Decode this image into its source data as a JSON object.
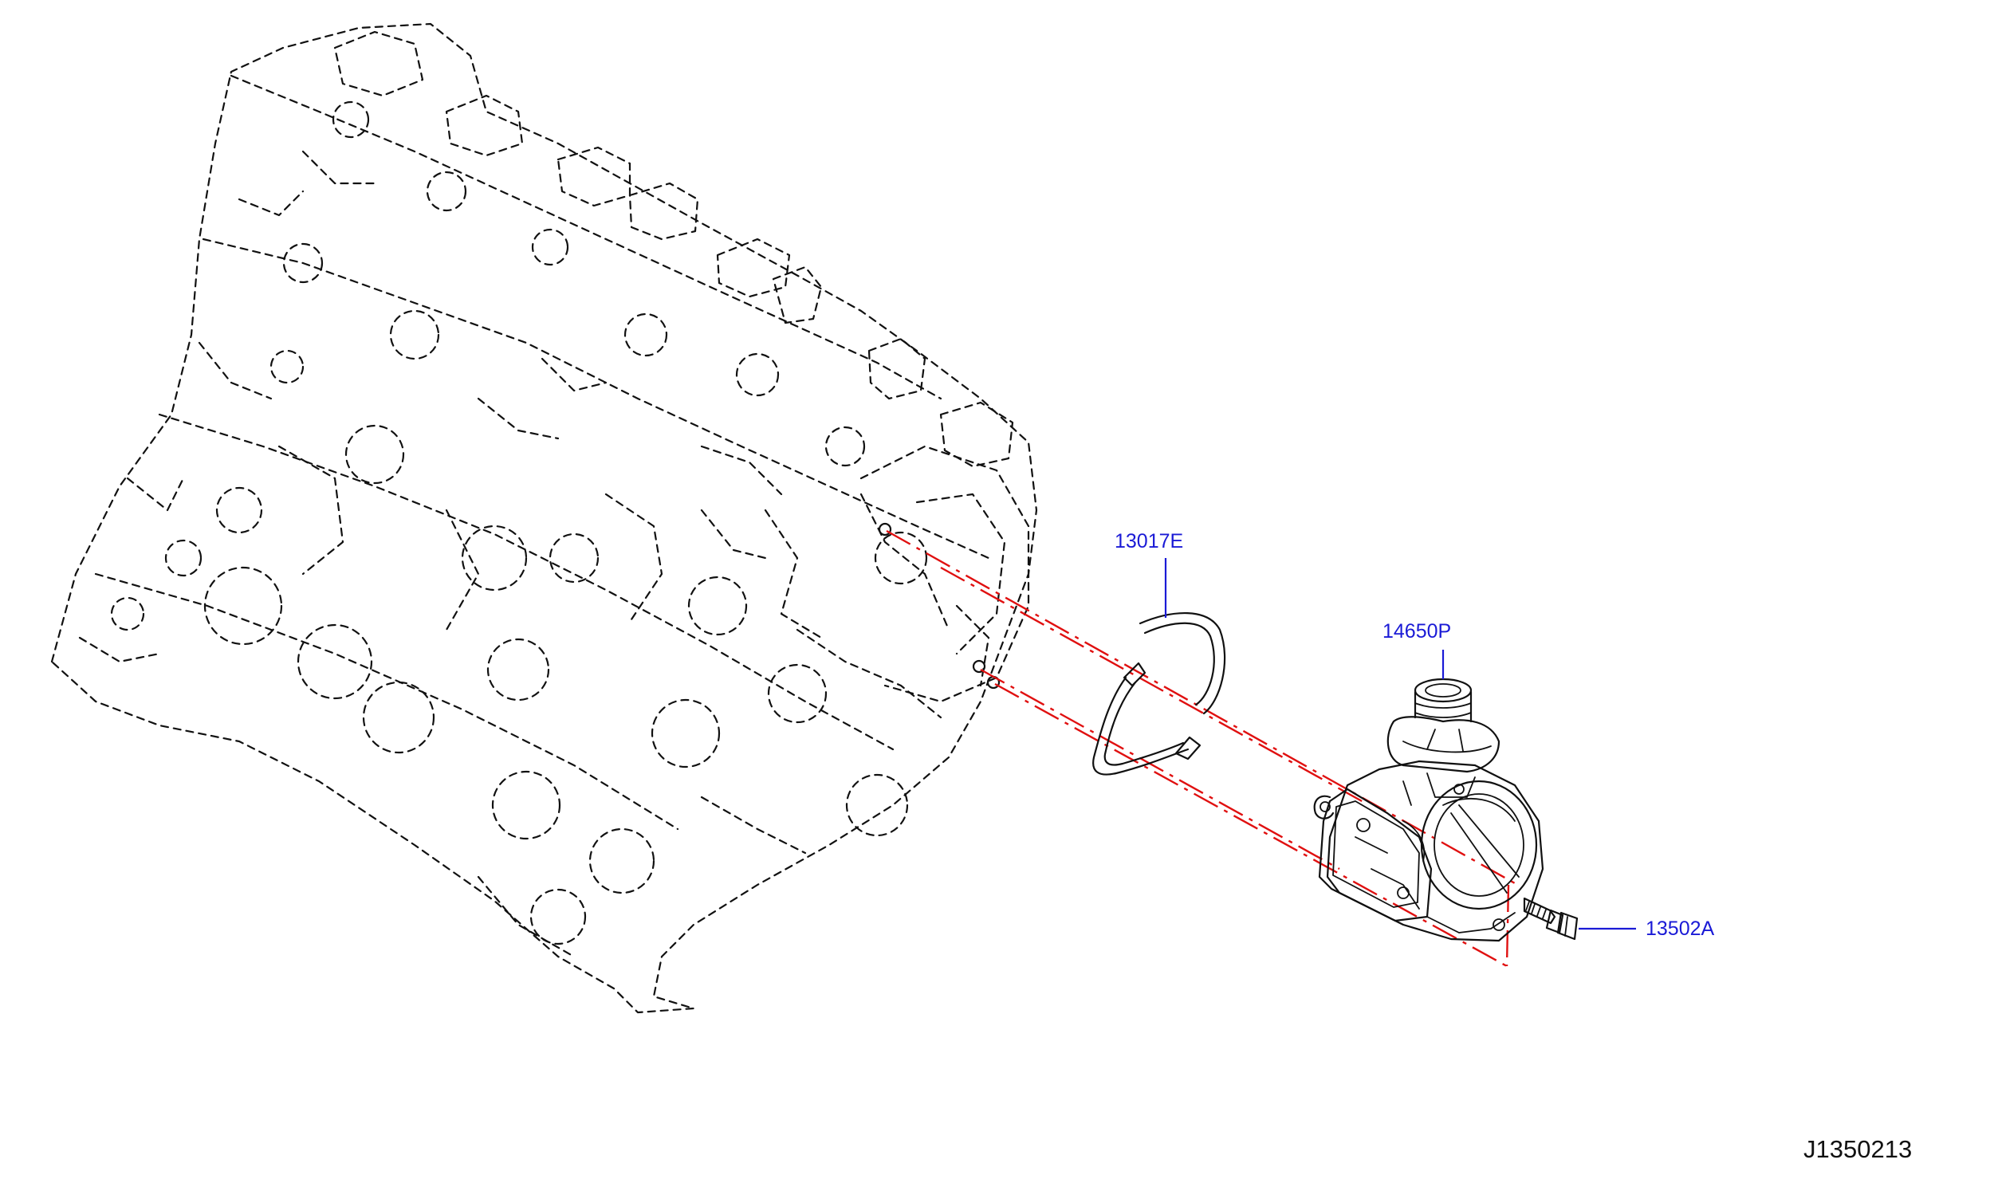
{
  "callouts": {
    "gasket": "13017E",
    "vacuum_pump": "14650P",
    "bolt": "13502A"
  },
  "diagram_id": "J1350213",
  "colors": {
    "callout_text": "#1a1ad6",
    "assembly_axis": "#e01010",
    "line_art": "#111111"
  }
}
